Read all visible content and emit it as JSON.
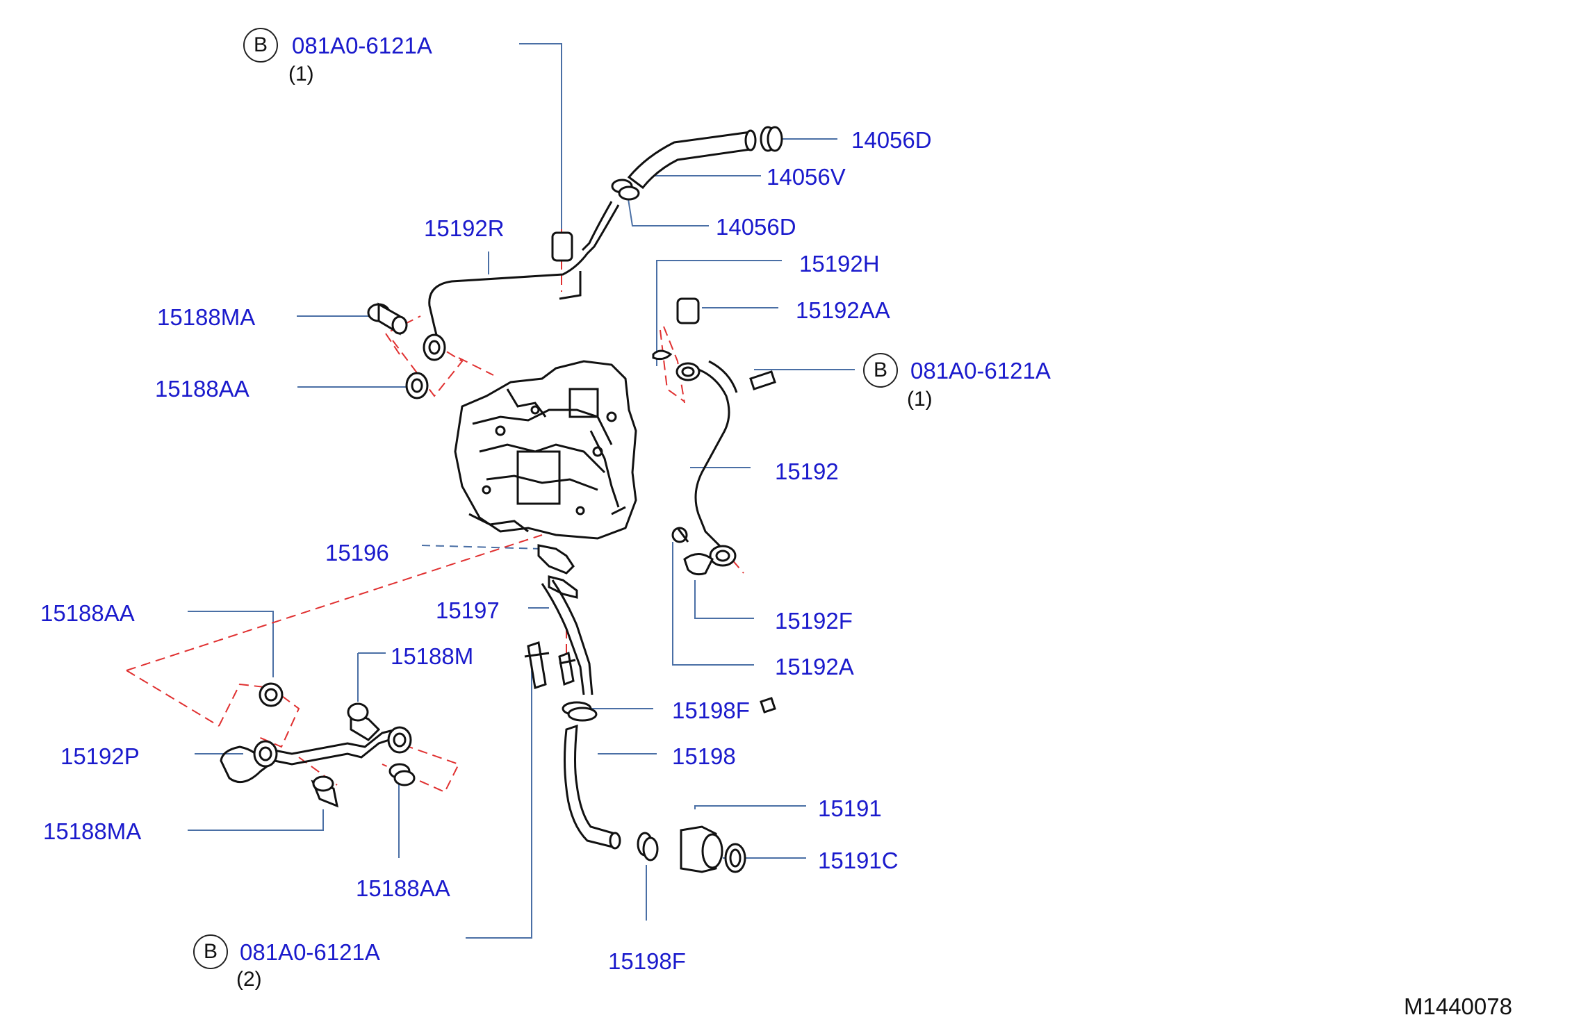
{
  "diagram_code": "M1440078",
  "bolts": [
    {
      "badge": "B",
      "part": "081A0-6121A",
      "qty": "(1)"
    },
    {
      "badge": "B",
      "part": "081A0-6121A",
      "qty": "(1)"
    },
    {
      "badge": "B",
      "part": "081A0-6121A",
      "qty": "(2)"
    }
  ],
  "parts": [
    "14056D",
    "14056V",
    "14056D",
    "15192R",
    "15192H",
    "15192AA",
    "15188MA",
    "15188AA",
    "15192",
    "15196",
    "15197",
    "15192F",
    "15192A",
    "15188AA",
    "15188M",
    "15198F",
    "15198",
    "15192P",
    "15191",
    "15188MA",
    "15191C",
    "15188AA",
    "15198F"
  ],
  "colors": {
    "label": "#1a1acc",
    "line": "#4a6fa5",
    "leader_dashed": "#e03030",
    "drawing": "#111111"
  }
}
